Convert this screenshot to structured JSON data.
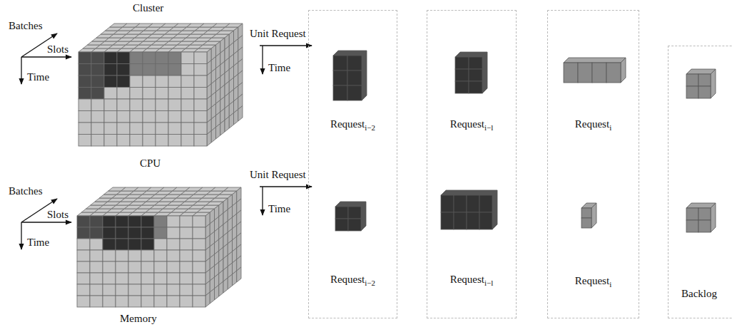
{
  "diagram": {
    "nodes": [
      {
        "text": [
          "Request",
          "i−2",
          "Request",
          "i−2"
        ]
      },
      {
        "text": [
          "Request",
          "i−l",
          "Request",
          "i−l"
        ]
      },
      {
        "text": [
          "Request",
          "i",
          "Request",
          "i"
        ]
      },
      {
        "text": [
          "Backlog"
        ]
      }
    ],
    "labels": [
      "Cluster",
      "Batches",
      "Slots",
      "Time",
      "CPU",
      "Batches",
      "Slots",
      "Time",
      "Memory",
      "Unit Request",
      "Time",
      "Unit Request",
      "Time"
    ]
  }
}
